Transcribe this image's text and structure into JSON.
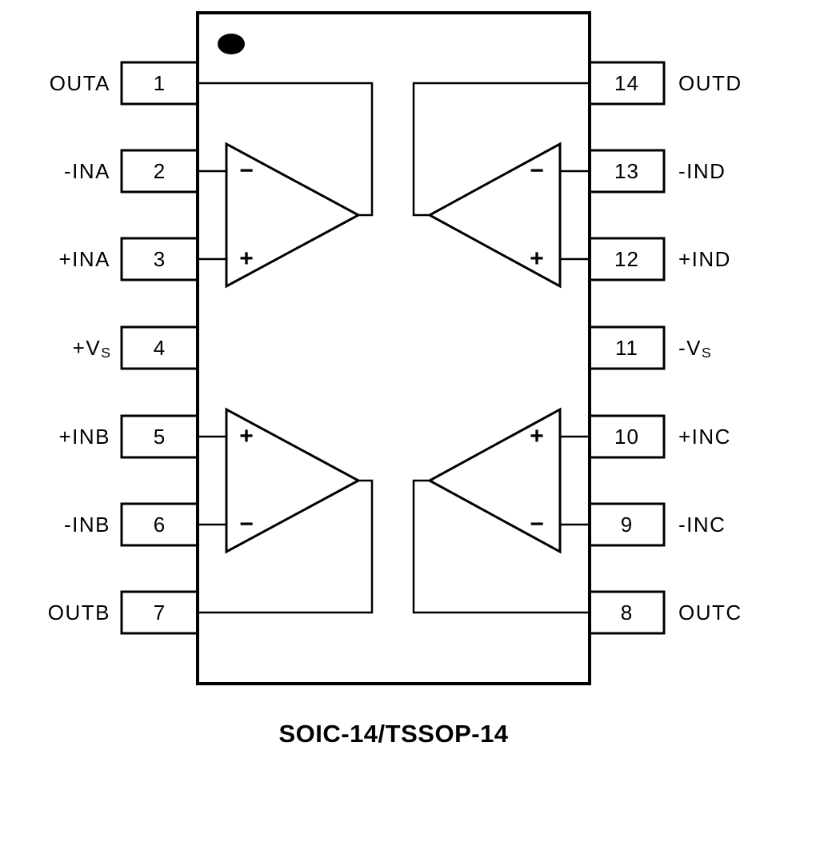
{
  "title": "SOIC-14/TSSOP-14",
  "colors": {
    "line": "#000000",
    "background": "#ffffff"
  },
  "package": {
    "pin1_marker": "dot"
  },
  "pins": {
    "left": [
      {
        "num": "1",
        "label": "OUTA"
      },
      {
        "num": "2",
        "label": "-INA"
      },
      {
        "num": "3",
        "label": "+INA"
      },
      {
        "num": "4",
        "label": "+V",
        "sub": "S"
      },
      {
        "num": "5",
        "label": "+INB"
      },
      {
        "num": "6",
        "label": "-INB"
      },
      {
        "num": "7",
        "label": "OUTB"
      }
    ],
    "right": [
      {
        "num": "14",
        "label": "OUTD"
      },
      {
        "num": "13",
        "label": "-IND"
      },
      {
        "num": "12",
        "label": "+IND"
      },
      {
        "num": "11",
        "label": "-V",
        "sub": "S"
      },
      {
        "num": "10",
        "label": "+INC"
      },
      {
        "num": "9",
        "label": "-INC"
      },
      {
        "num": "8",
        "label": "OUTC"
      }
    ]
  },
  "opamps": {
    "a": {
      "top_sign": "−",
      "bottom_sign": "+"
    },
    "b": {
      "top_sign": "+",
      "bottom_sign": "−"
    },
    "c": {
      "top_sign": "+",
      "bottom_sign": "−"
    },
    "d": {
      "top_sign": "−",
      "bottom_sign": "+"
    }
  }
}
